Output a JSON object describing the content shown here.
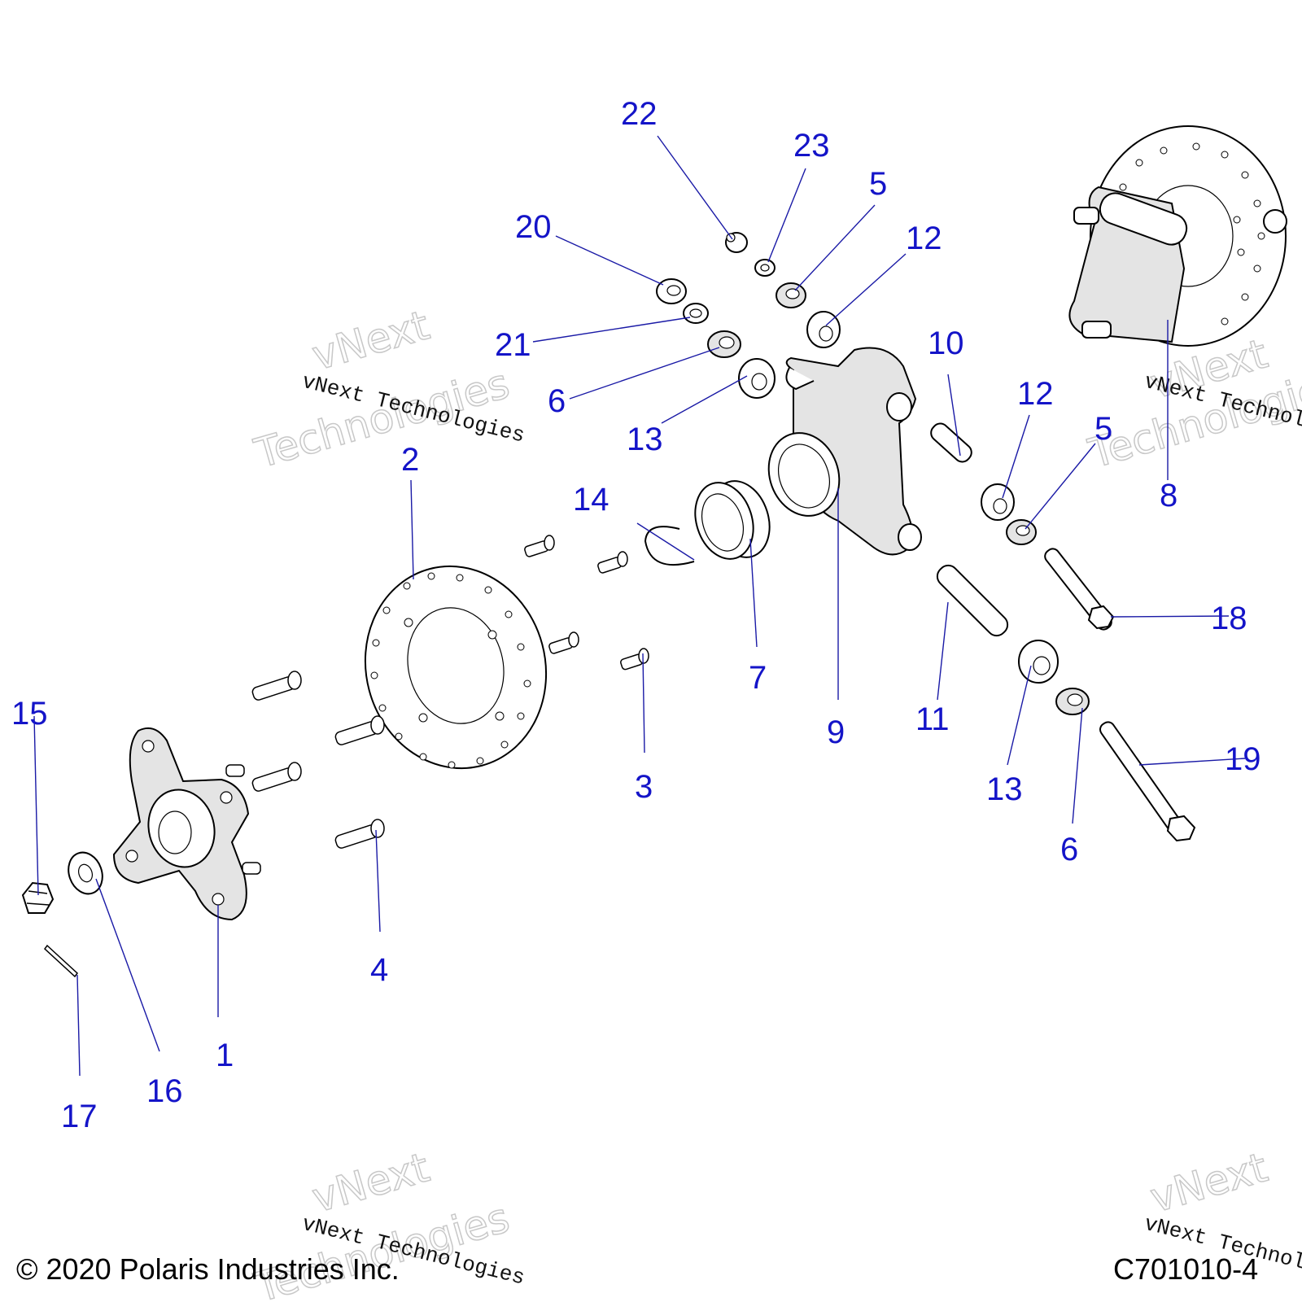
{
  "callouts": {
    "n1": "1",
    "n2": "2",
    "n3": "3",
    "n4": "4",
    "n5a": "5",
    "n5b": "5",
    "n6a": "6",
    "n6b": "6",
    "n7": "7",
    "n8": "8",
    "n9": "9",
    "n10": "10",
    "n11": "11",
    "n12a": "12",
    "n12b": "12",
    "n13a": "13",
    "n13b": "13",
    "n14": "14",
    "n15": "15",
    "n16": "16",
    "n17": "17",
    "n18": "18",
    "n19": "19",
    "n20": "20",
    "n21": "21",
    "n22": "22",
    "n23": "23"
  },
  "watermark": {
    "company": "vNext Technologies",
    "outline_top": "vNext",
    "outline_bottom": "Technologies"
  },
  "footer": {
    "copyright": "© 2020 Polaris Industries Inc.",
    "figure_id": "C701010-4"
  },
  "colors": {
    "callout": "#1414c8",
    "leader": "#1a1aa6"
  }
}
